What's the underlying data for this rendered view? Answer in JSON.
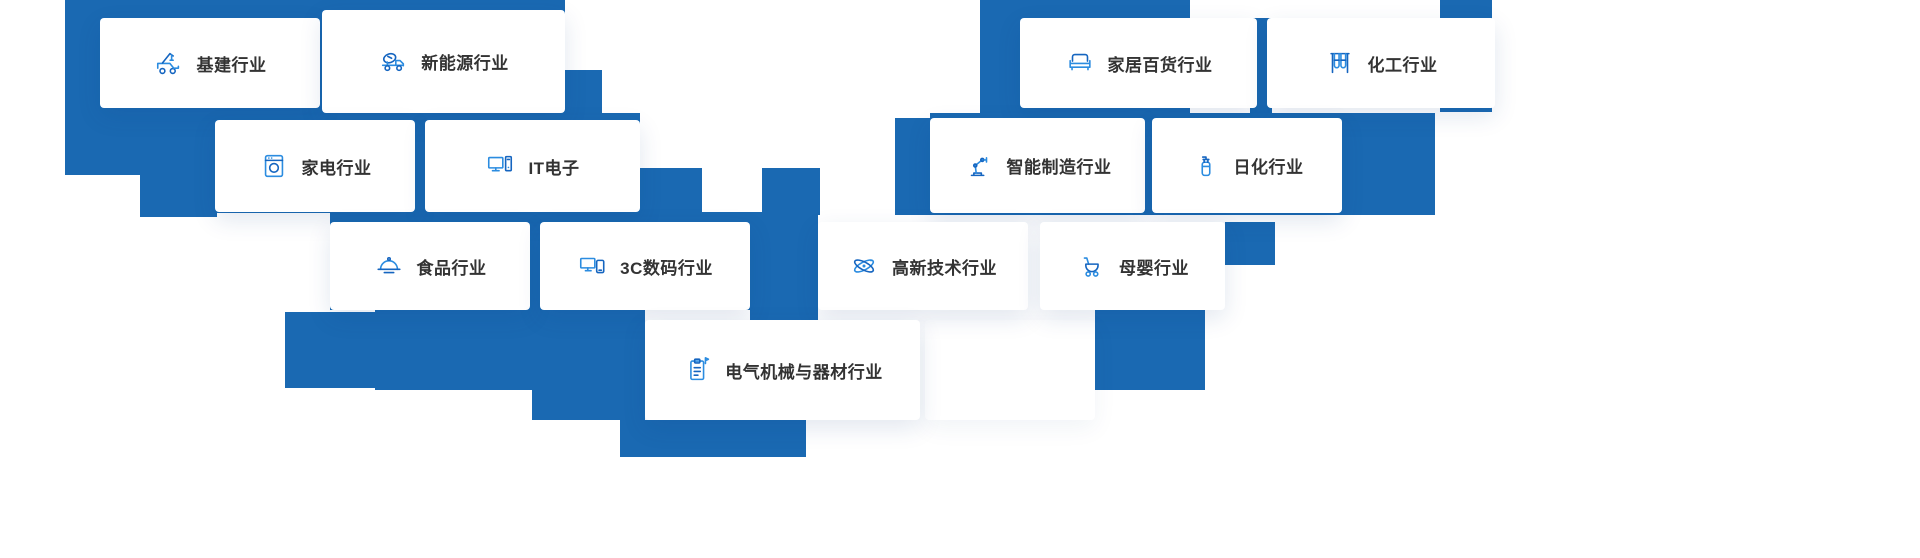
{
  "colors": {
    "map_blue": "#1a69b2",
    "icon_blue": "#2b8ce0",
    "icon_dark_blue": "#1565c0",
    "label_color": "#333333",
    "card_background": "#ffffff"
  },
  "industries": [
    {
      "label": "基建行业",
      "icon": "crane-truck-icon"
    },
    {
      "label": "新能源行业",
      "icon": "new-energy-truck-icon"
    },
    {
      "label": "家居百货行业",
      "icon": "sofa-icon"
    },
    {
      "label": "化工行业",
      "icon": "test-tubes-icon"
    },
    {
      "label": "家电行业",
      "icon": "washing-machine-icon"
    },
    {
      "label": "IT电子",
      "icon": "computer-icon"
    },
    {
      "label": "智能制造行业",
      "icon": "robot-arm-icon"
    },
    {
      "label": "日化行业",
      "icon": "bottle-icon"
    },
    {
      "label": "食品行业",
      "icon": "food-cloche-icon"
    },
    {
      "label": "3C数码行业",
      "icon": "digital-devices-icon"
    },
    {
      "label": "高新技术行业",
      "icon": "atom-icon"
    },
    {
      "label": "母婴行业",
      "icon": "stroller-icon"
    },
    {
      "label": "电气机械与器材行业",
      "icon": "electrical-clipboard-icon"
    }
  ]
}
